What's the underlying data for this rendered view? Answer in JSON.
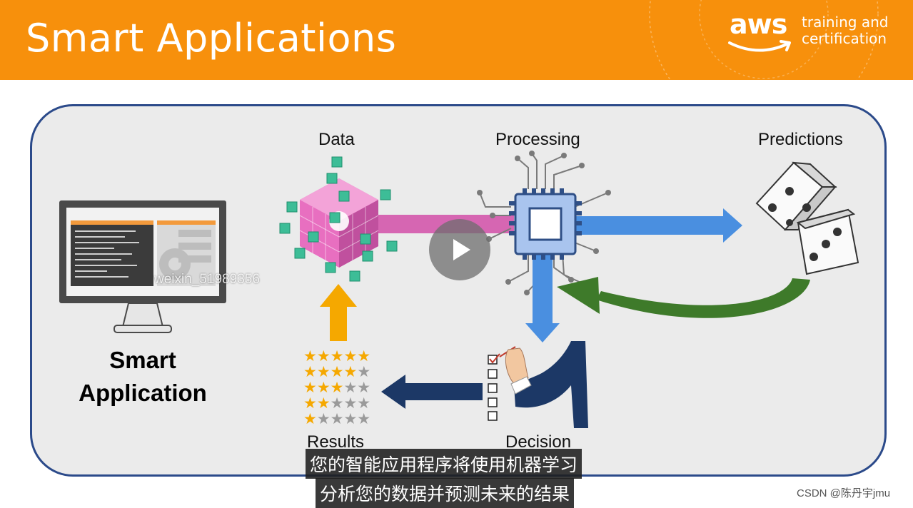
{
  "header": {
    "title": "Smart Applications",
    "logo_word": "aws",
    "logo_sub_1": "training and",
    "logo_sub_2": "certification",
    "color": "#f7900c"
  },
  "diagram": {
    "labels": {
      "data": "Data",
      "processing": "Processing",
      "predictions": "Predictions",
      "decision": "Decision",
      "results": "Results"
    },
    "smart_app_line1": "Smart",
    "smart_app_line2": "Application",
    "panel_border_color": "#2b4a8a",
    "arrow_colors": {
      "blue": "#4a8fe0",
      "navy": "#1c3866",
      "green": "#3e7a2a",
      "yellow": "#f5a800",
      "magenta": "#d24fa8"
    }
  },
  "watermark": "weixin_51989356",
  "player": {
    "play_icon": "play-icon"
  },
  "subtitles": {
    "line1": "您的智能应用程序将使用机器学习",
    "line2": "分析您的数据并预测未来的结果"
  },
  "footer_credit": "CSDN @陈丹宇jmu"
}
